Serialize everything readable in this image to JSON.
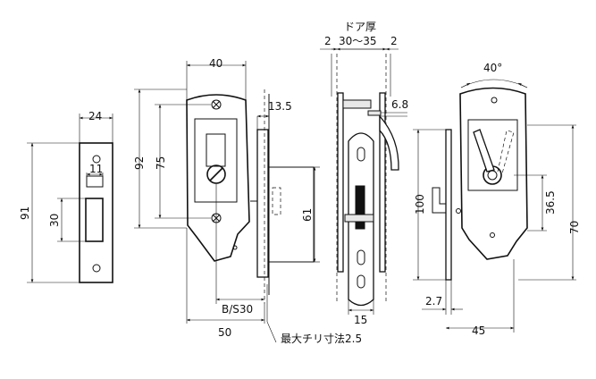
{
  "dimensions": {
    "strike_width": "24",
    "strike_slot_width": "11",
    "strike_height": "91",
    "strike_slot_height": "30",
    "body_width": "40",
    "body_height": "92",
    "screw_pitch": "75",
    "faceplate_offset": "13.5",
    "case_height": "61",
    "backset": "B/S30",
    "overall_depth": "50",
    "max_chiri": "最大チリ寸法2.5",
    "door_thickness_label": "ドア厚",
    "door_thickness_range": "30〜35",
    "clearance_left": "2",
    "clearance_right": "2",
    "lever_thickness": "6.8",
    "lever_width": "15",
    "rotation_angle": "40°",
    "height_100": "100",
    "height_36_5": "36.5",
    "height_70": "70",
    "offset_2_7": "2.7",
    "depth_45": "45"
  }
}
